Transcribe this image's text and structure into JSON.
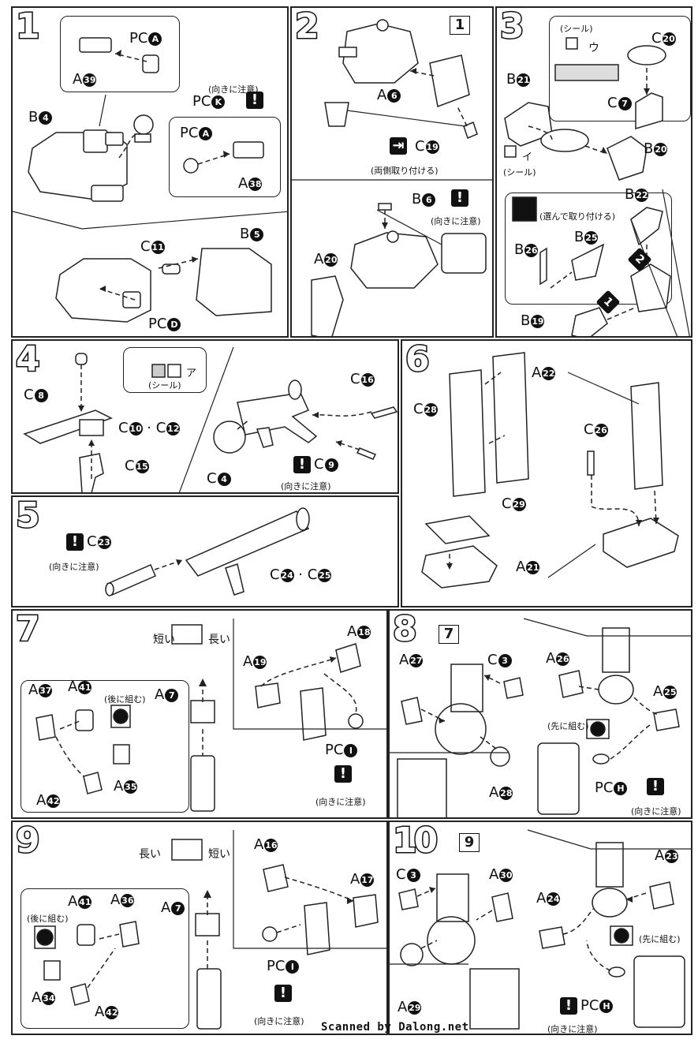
{
  "credit": "Scanned by Dalong.net",
  "notes": {
    "orientation": "(向きに注意)",
    "both_sides": "(両側取り付ける)",
    "choose_attach": "(選んで取り付ける)",
    "seal": "(シール)",
    "assemble_later": "(後に組む)",
    "assemble_first": "(先に組む)",
    "short": "短い",
    "long": "長い"
  },
  "steps": [
    {
      "num": "1",
      "labels": [
        "PC",
        "A",
        "B",
        "PC",
        "PC",
        "A",
        "C",
        "B",
        "PC"
      ],
      "codes": [
        "A",
        "39",
        "4",
        "K",
        "A",
        "38",
        "11",
        "5",
        "D"
      ]
    },
    {
      "num": "2",
      "ref": "1",
      "labels": [
        "A",
        "C",
        "B",
        "A"
      ],
      "codes": [
        "6",
        "19",
        "6",
        "20"
      ]
    },
    {
      "num": "3",
      "labels": [
        "C",
        "B",
        "C",
        "B",
        "B",
        "B",
        "B",
        "B"
      ],
      "codes": [
        "20",
        "21",
        "7",
        "20",
        "22",
        "26",
        "25",
        "19"
      ],
      "seal_marks": [
        "ウ",
        "イ"
      ],
      "order": [
        "2",
        "1"
      ]
    },
    {
      "num": "4",
      "labels": [
        "C",
        "C",
        "C",
        "C",
        "C",
        "C"
      ],
      "codes": [
        "8",
        "10",
        "12",
        "15",
        "16",
        "4",
        "9"
      ],
      "seal_mark": "ア"
    },
    {
      "num": "5",
      "labels": [
        "C",
        "C",
        "C"
      ],
      "codes": [
        "23",
        "24",
        "25"
      ]
    },
    {
      "num": "6",
      "labels": [
        "C",
        "A",
        "C",
        "C",
        "A"
      ],
      "codes": [
        "28",
        "22",
        "26",
        "29",
        "21"
      ]
    },
    {
      "num": "7",
      "labels": [
        "A",
        "A",
        "A",
        "A",
        "A",
        "A",
        "A",
        "PC"
      ],
      "codes": [
        "18",
        "19",
        "37",
        "41",
        "7",
        "35",
        "42",
        "I"
      ]
    },
    {
      "num": "8",
      "ref": "7",
      "labels": [
        "A",
        "C",
        "A",
        "A",
        "A",
        "PC"
      ],
      "codes": [
        "27",
        "3",
        "26",
        "25",
        "28",
        "H"
      ]
    },
    {
      "num": "9",
      "labels": [
        "A",
        "A",
        "A",
        "A",
        "A",
        "A",
        "A",
        "PC"
      ],
      "codes": [
        "16",
        "17",
        "41",
        "36",
        "7",
        "34",
        "42",
        "I"
      ]
    },
    {
      "num": "10",
      "ref": "9",
      "labels": [
        "C",
        "A",
        "A",
        "A",
        "A",
        "PC"
      ],
      "codes": [
        "3",
        "30",
        "23",
        "24",
        "29",
        "H"
      ]
    }
  ]
}
